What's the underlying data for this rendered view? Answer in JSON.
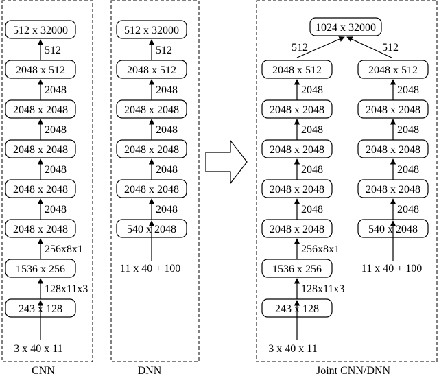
{
  "panels": {
    "cnn": {
      "caption": "CNN",
      "input": "3 x 40 x 11",
      "layers": [
        "243 x 128",
        "1536 x 256",
        "2048 x 2048",
        "2048 x 2048",
        "2048 x 2048",
        "2048 x 2048",
        "2048 x 512",
        "512 x 32000"
      ],
      "edge_labels": [
        "128x11x3",
        "256x8x1",
        "2048",
        "2048",
        "2048",
        "2048",
        "512"
      ]
    },
    "dnn": {
      "caption": "DNN",
      "input": "11 x 40 + 100",
      "layers": [
        "540 x 2048",
        "2048 x 2048",
        "2048 x 2048",
        "2048 x 2048",
        "2048 x 512",
        "512 x 32000"
      ],
      "edge_labels": [
        "2048",
        "2048",
        "2048",
        "2048",
        "512"
      ]
    },
    "joint": {
      "caption": "Joint CNN/DNN",
      "output": "1024 x 32000",
      "cnn_branch": {
        "input": "3 x 40 x 11",
        "layers": [
          "243 x 128",
          "1536 x 256",
          "2048 x 2048",
          "2048 x 2048",
          "2048 x 2048",
          "2048 x 2048",
          "2048 x 512"
        ],
        "edge_labels": [
          "128x11x3",
          "256x8x1",
          "2048",
          "2048",
          "2048",
          "2048"
        ],
        "merge_label": "512"
      },
      "dnn_branch": {
        "input": "11 x 40 + 100",
        "layers": [
          "540 x 2048",
          "2048 x 2048",
          "2048 x 2048",
          "2048 x 2048",
          "2048 x 512"
        ],
        "edge_labels": [
          "2048",
          "2048",
          "2048",
          "2048"
        ],
        "merge_label": "512"
      }
    }
  }
}
